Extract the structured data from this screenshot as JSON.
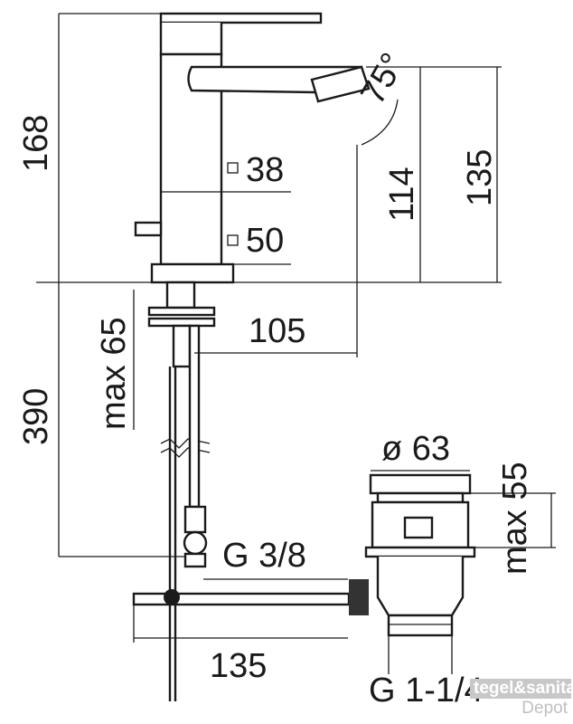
{
  "dimensions": {
    "total_height": "168",
    "lever_square_38": "38",
    "lever_square_50": "50",
    "spout_angle": "75°",
    "spout_height_114": "114",
    "spout_height_135": "135",
    "spout_reach": "105",
    "max_deck": "max 65",
    "hose_length": "390",
    "waste_diameter": "ø 63",
    "waste_max": "max 55",
    "connection": "G 3/8",
    "rod_length": "135",
    "waste_thread": "G 1-1/4"
  },
  "watermark": {
    "line1": "tegel&sanitair",
    "line2": "Depot"
  },
  "colors": {
    "ink": "#1a1a1a",
    "watermark": "#c8c8c8"
  }
}
